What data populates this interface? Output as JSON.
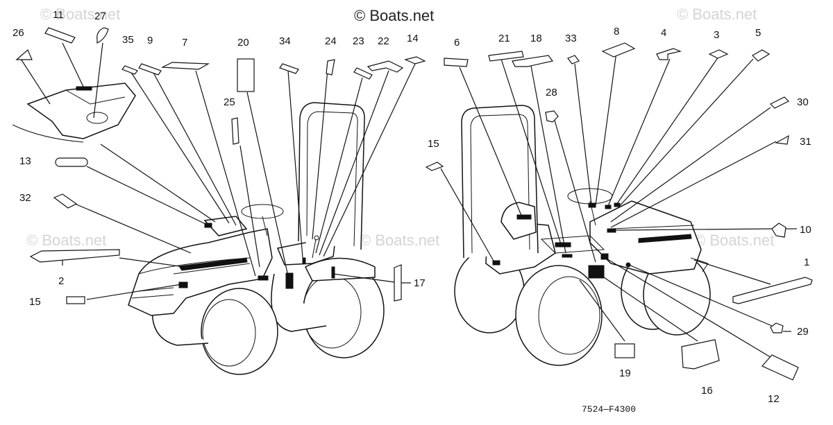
{
  "header": {
    "copyright": "© Boats.net"
  },
  "watermarks": [
    "© Boats.net",
    "© Boats.net",
    "© Boats.net",
    "© Boats.net",
    "© Boats.net"
  ],
  "diagram_code": "7524—F4300",
  "callouts": [
    "1",
    "2",
    "3",
    "4",
    "5",
    "6",
    "7",
    "8",
    "9",
    "10",
    "11",
    "12",
    "13",
    "14",
    "15",
    "15",
    "16",
    "17",
    "18",
    "19",
    "20",
    "21",
    "22",
    "23",
    "24",
    "25",
    "26",
    "27",
    "28",
    "29",
    "30",
    "31",
    "32",
    "33",
    "34",
    "35"
  ]
}
